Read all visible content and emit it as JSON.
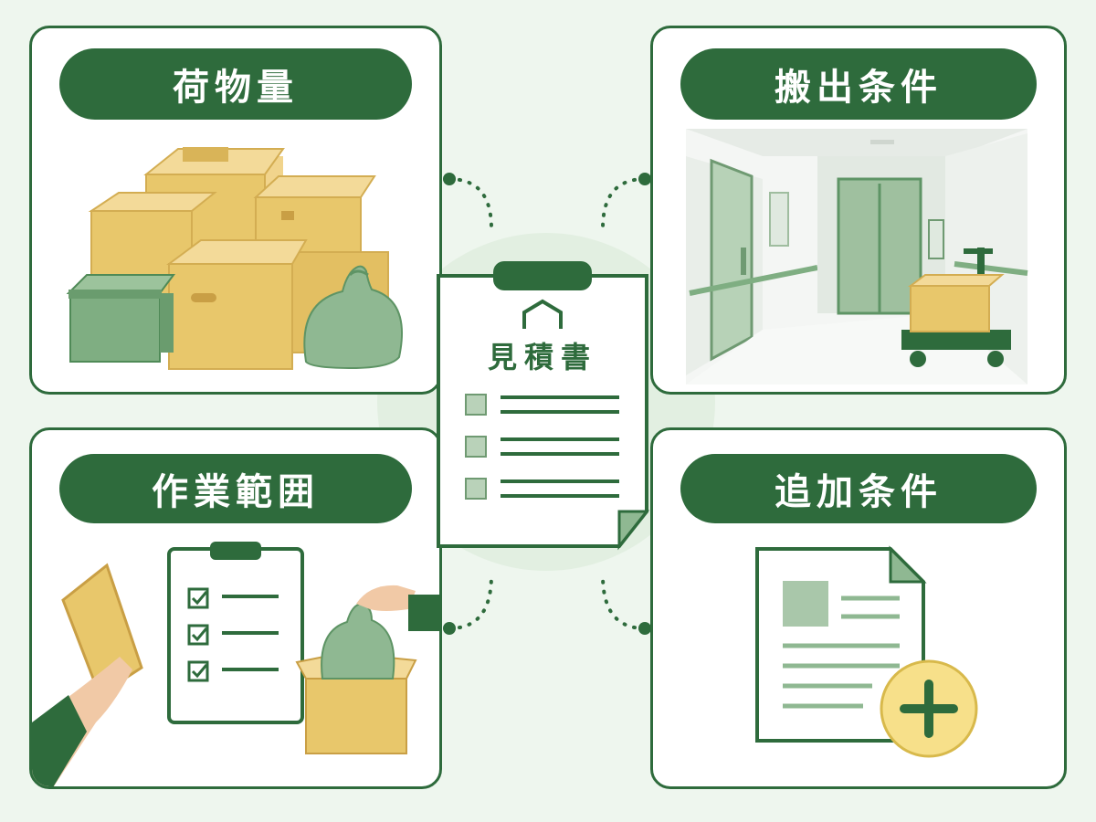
{
  "panels": {
    "top_left": {
      "title": "荷物量"
    },
    "top_right": {
      "title": "搬出条件"
    },
    "bottom_left": {
      "title": "作業範囲"
    },
    "bottom_right": {
      "title": "追加条件"
    }
  },
  "center_document": {
    "title": "見積書",
    "checklist_rows": 3
  },
  "colors": {
    "primary_green": "#2e6b3c",
    "light_green": "#8fb892",
    "box_yellow": "#e8c76b",
    "background": "#eef6ee"
  },
  "icons": [
    "cardboard-boxes-icon",
    "storage-bin-icon",
    "garbage-bag-icon",
    "hallway-elevator-icon",
    "hand-cart-icon",
    "clipboard-checklist-icon",
    "document-plus-icon",
    "estimate-document-icon"
  ]
}
